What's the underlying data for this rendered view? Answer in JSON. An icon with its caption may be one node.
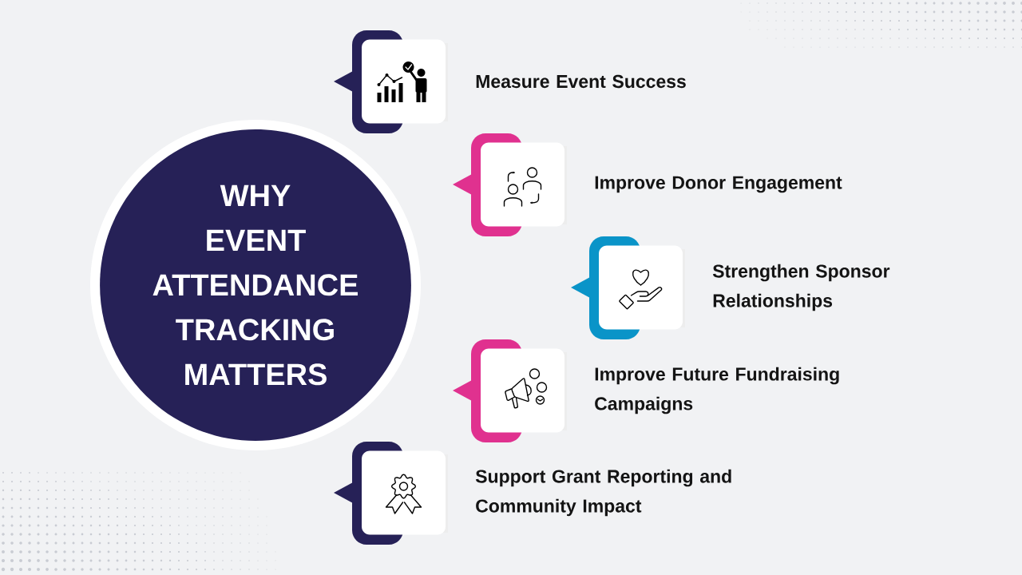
{
  "diagram": {
    "nodes": [
      {
        "text": [
          "WHY EVENT ATTENDANCE TRACKING MATTERS"
        ]
      },
      {
        "text": [
          "Measure Event Success"
        ]
      },
      {
        "text": [
          "Improve Donor Engagement"
        ]
      },
      {
        "text": [
          "Strengthen Sponsor Relationships"
        ]
      },
      {
        "text": [
          "Improve Future Fundraising Campaigns"
        ]
      },
      {
        "text": [
          "Support Grant Reporting and Community Impact"
        ]
      }
    ]
  }
}
